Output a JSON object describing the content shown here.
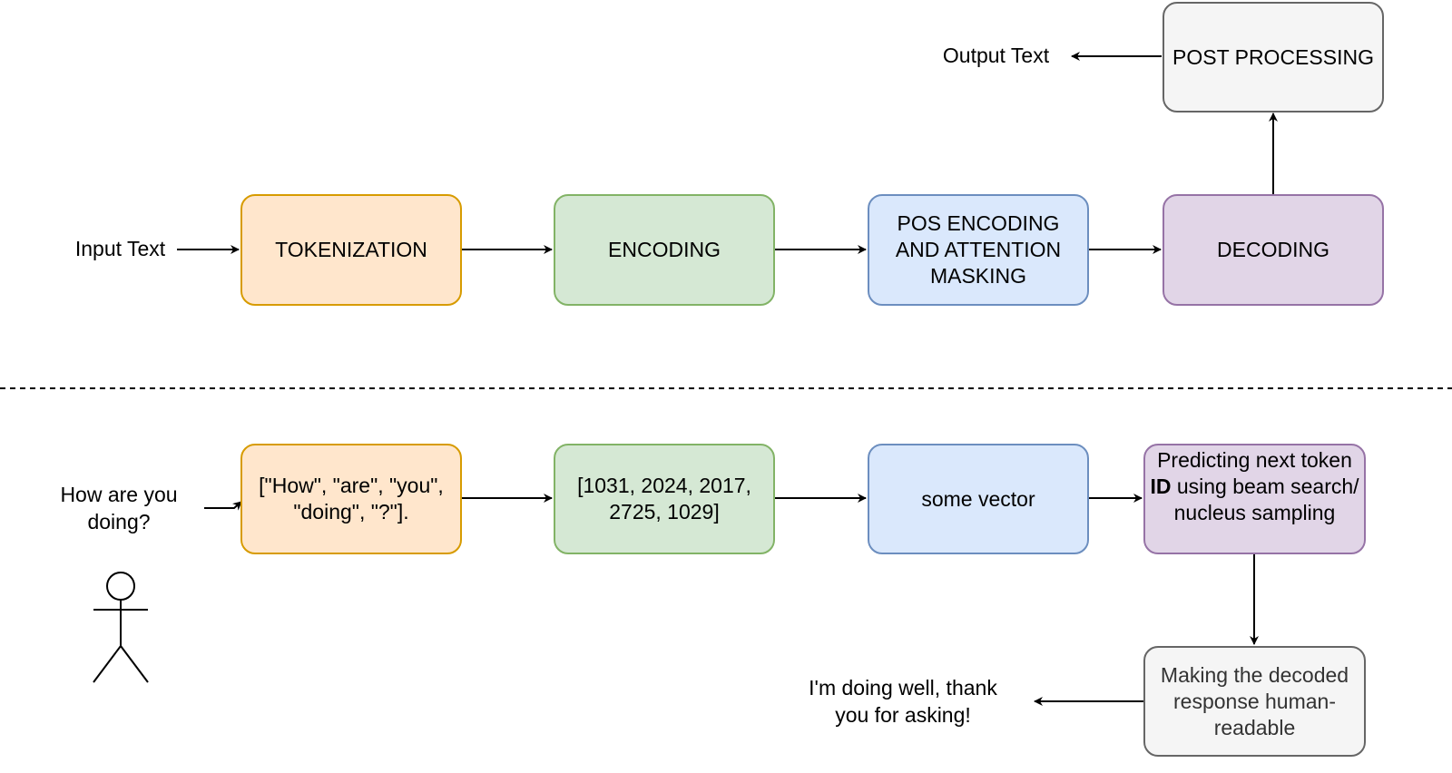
{
  "pipeline": {
    "input_label": "Input Text",
    "output_label": "Output Text",
    "steps": [
      "TOKENIZATION",
      "ENCODING",
      "POS ENCODING AND ATTENTION MASKING",
      "DECODING",
      "POST PROCESSING"
    ]
  },
  "example": {
    "input": "How are you doing?",
    "tokens": "[\"How\", \"are\", \"you\", \"doing\", \"?\"].",
    "ids": "[1031, 2024, 2017, 2725, 1029]",
    "vector": "some vector",
    "predict_pre": "Predicting next token",
    "predict_bold": "ID",
    "predict_post": "using beam search/ nucleus sampling",
    "postprocess": "Making the decoded response human-readable",
    "output": "I'm doing well, thank you for asking!"
  }
}
